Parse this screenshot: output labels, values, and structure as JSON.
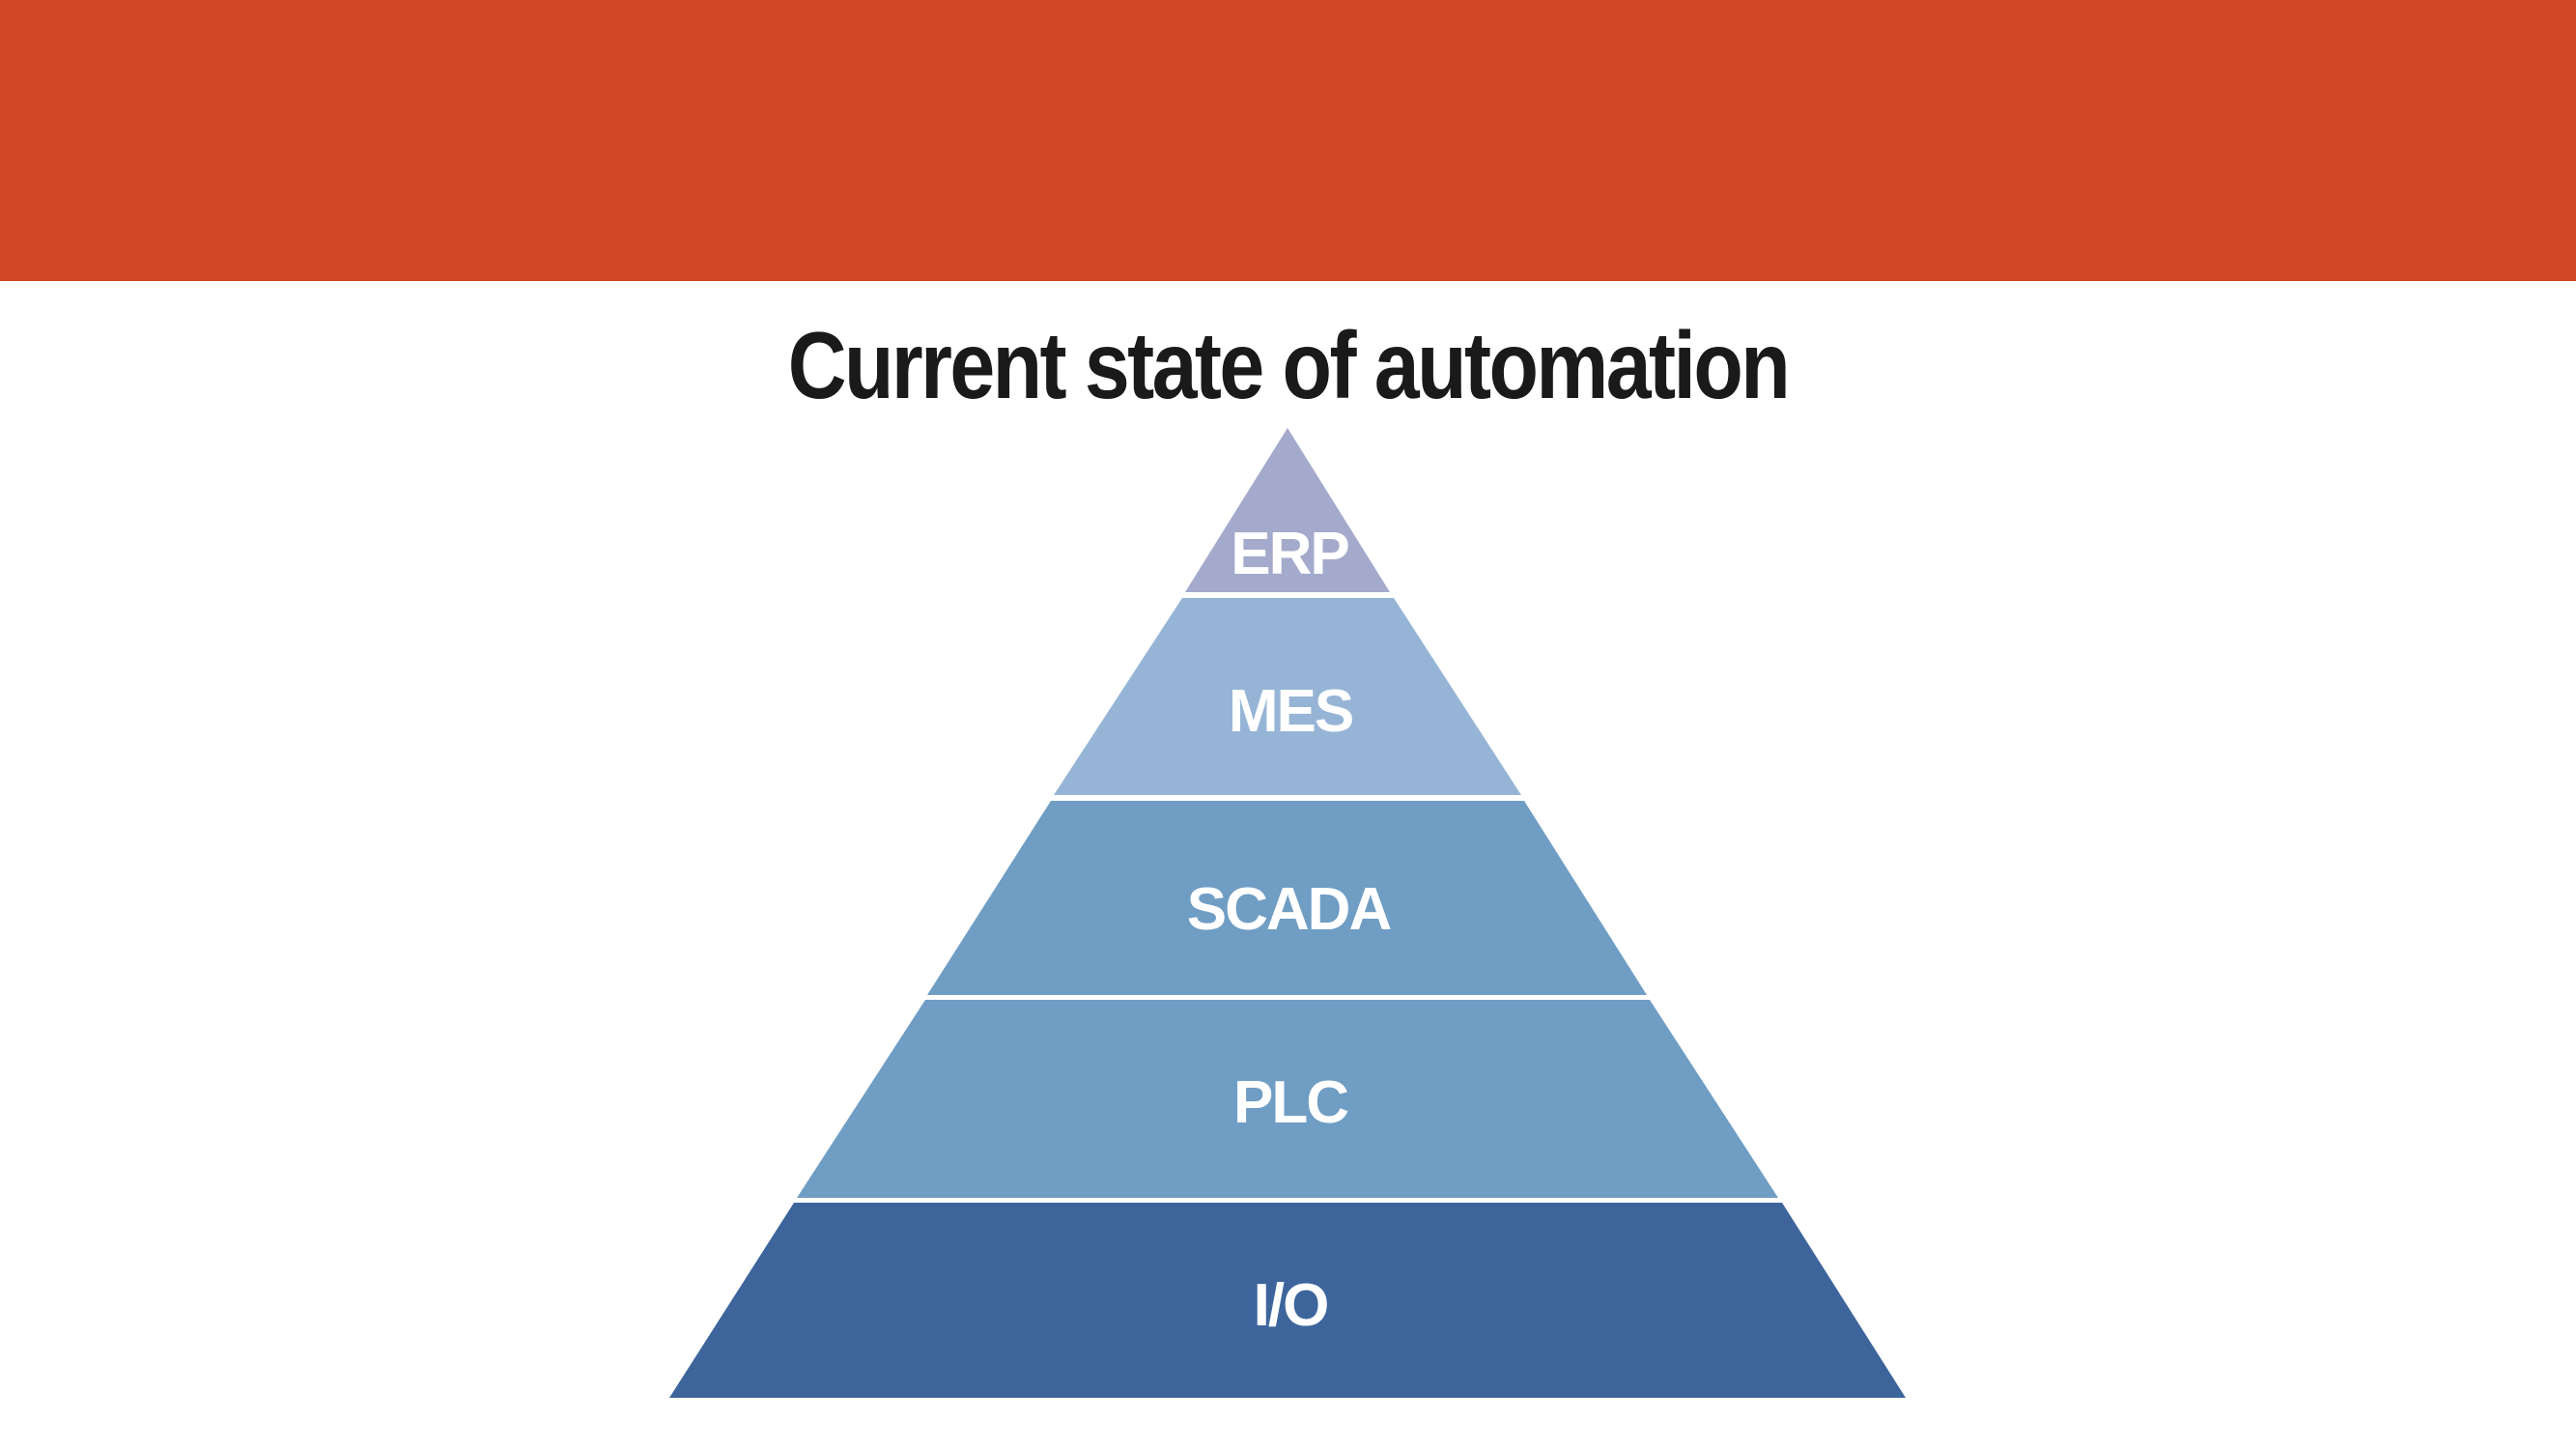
{
  "header": {
    "band_color": "#D14826"
  },
  "title": "Current state of automation",
  "pyramid": {
    "tiers": [
      {
        "label": "ERP",
        "color": "#A4AACB"
      },
      {
        "label": "MES",
        "color": "#96B5D6"
      },
      {
        "label": "SCADA",
        "color": "#6F9DC4"
      },
      {
        "label": "PLC",
        "color": "#6F9DC4"
      },
      {
        "label": "I/O",
        "color": "#3D659C"
      }
    ]
  }
}
